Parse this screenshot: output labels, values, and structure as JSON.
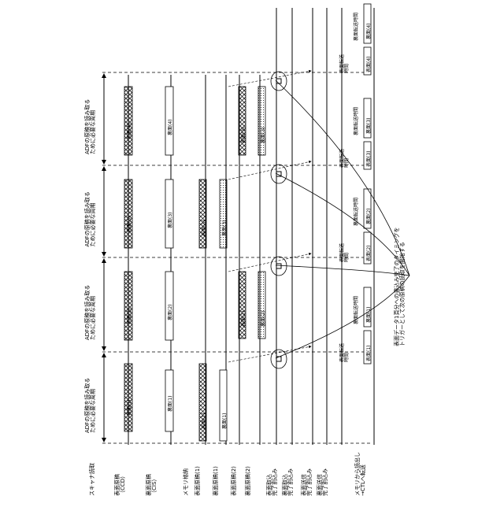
{
  "rows": [
    {
      "id": "scanner",
      "label": "スキャナ読取"
    },
    {
      "id": "front_ccd",
      "label": "表面原稿\n（CCD）"
    },
    {
      "id": "back_cis",
      "label": "裏面原稿\n（CIS）"
    },
    {
      "id": "memory_write",
      "label": "メモリ格納"
    },
    {
      "id": "front1",
      "label": "表面原稿(1)"
    },
    {
      "id": "back1",
      "label": "裏面原稿(1)"
    },
    {
      "id": "front2",
      "label": "表面原稿(2)"
    },
    {
      "id": "back2",
      "label": "裏面原稿(2)"
    },
    {
      "id": "front_done",
      "label": "表面取込\n完了割込み"
    },
    {
      "id": "back_done",
      "label": "裏面取込\n完了割込み"
    },
    {
      "id": "front_xfer",
      "label": "表面送信\n完了割込み"
    },
    {
      "id": "back_xfer",
      "label": "裏面送信\n完了割込み"
    },
    {
      "id": "mem_read",
      "label": "メモリから読出し\n→CTLへ転送"
    }
  ],
  "cycle_label": "ADFの原稿を読み取る\nために必要な周期",
  "blocks": {
    "front": [
      "表面(1)",
      "表面(2)",
      "表面(3)",
      "表面(4)"
    ],
    "back": [
      "裏面(1)",
      "裏面(2)",
      "裏面(3)",
      "裏面(4)"
    ],
    "mem_front": [
      "表面(1)",
      "表面(2)",
      "表面(3)"
    ],
    "mem_back": [
      "裏面(1)",
      "裏面(2)",
      "裏面(3)"
    ],
    "xfer_front": [
      "表面(1)",
      "表面(2)",
      "表面(3)",
      "表面(4)"
    ],
    "xfer_back": [
      "裏面(1)",
      "裏面(2)",
      "裏面(3)",
      "裏面(4)"
    ]
  },
  "xfer_time_front": "表面転送\n時間",
  "xfer_time_back": "裏面転送時間",
  "xfer_time_back2": "裏面\n転送時間",
  "note": "表面データ1頁分への書込み完了のタイミングを\nトリガーとして次の原稿の読取を開始する"
}
